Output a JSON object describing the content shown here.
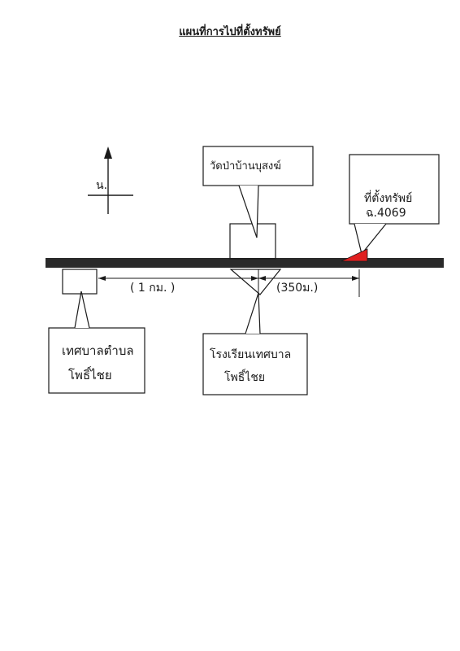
{
  "title": "แผนที่การไปที่ตั้งทรัพย์",
  "north_label": "น.",
  "labels": {
    "temple": "วัดป่าบ้านบุสงฆ์",
    "property_line1": "ที่ตั้งทรัพย์",
    "property_line2": "ฉ.4069",
    "municipal_office_line1": "เทศบาลตำบล",
    "municipal_office_line2": "โพธิ์ไชย",
    "school_line1": "โรงเรียนเทศบาล",
    "school_line2": "โพธิ์ไชย"
  },
  "distances": {
    "left_segment": "( 1 กม. )",
    "right_segment": "(350ม.)"
  },
  "colors": {
    "road": "#2a2a2a",
    "ink": "#1a1a1a",
    "property_marker": "#e02020"
  }
}
